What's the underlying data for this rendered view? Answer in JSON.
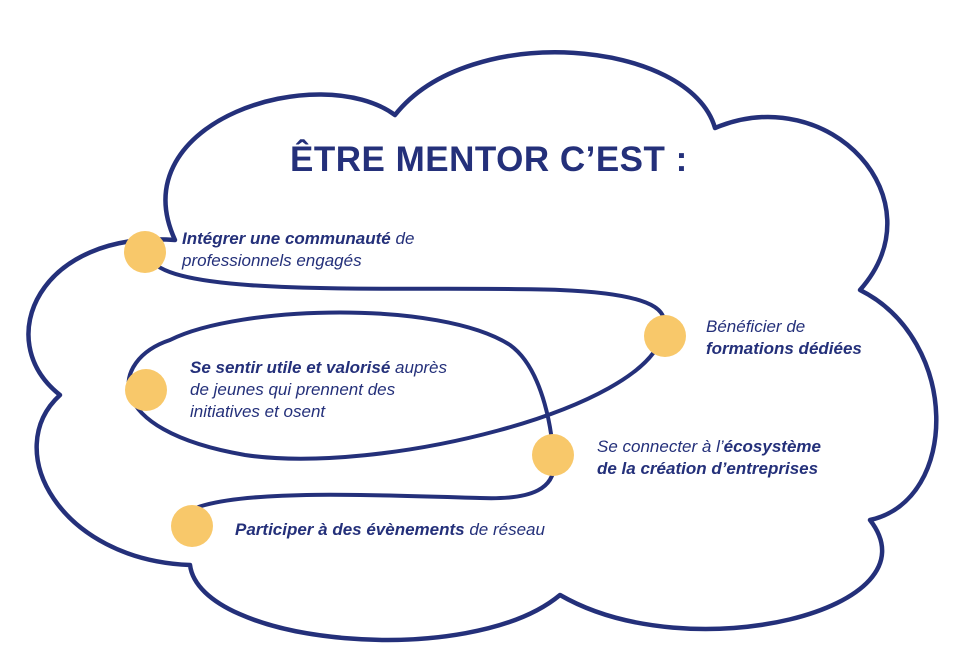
{
  "title": "ÊTRE MENTOR C’EST :",
  "colors": {
    "ink": "#24307a",
    "dot": "#f8c86a",
    "bg": "#ffffff"
  },
  "items": [
    {
      "bold": "Intégrer une communauté",
      "rest": " de",
      "line2": "professionnels engagés"
    },
    {
      "plain": "Bénéficier de",
      "bold2": "formations dédiées"
    },
    {
      "bold": "Se sentir utile et valorisé",
      "rest": " auprès",
      "line2": "de jeunes qui prennent des",
      "line3": "initiatives et osent"
    },
    {
      "plain": "Se connecter à l’",
      "bold": "écosystème",
      "bold2": "de la création d’entreprises"
    },
    {
      "bold": "Participer à des évènements",
      "rest": " de réseau"
    }
  ]
}
